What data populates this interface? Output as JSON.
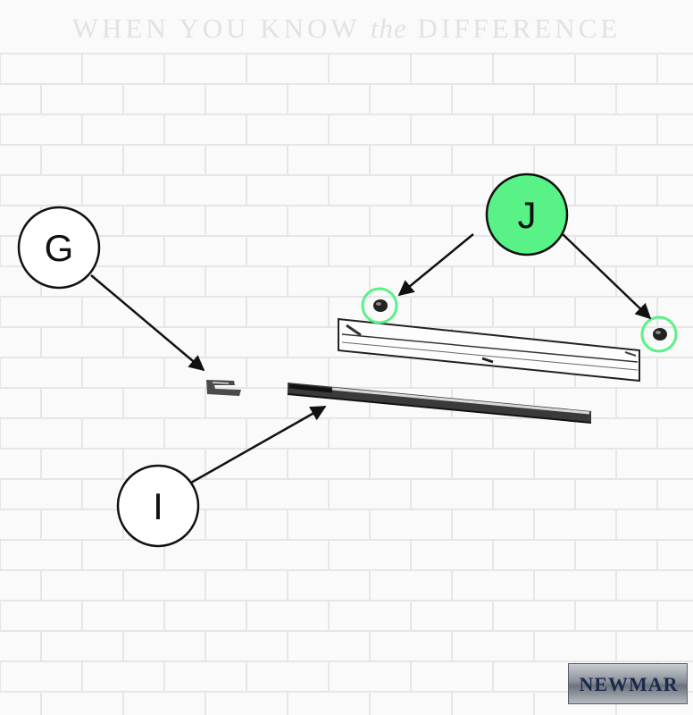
{
  "tagline": {
    "part1": "WHEN YOU KNOW ",
    "part2": "the",
    "part3": " DIFFERENCE"
  },
  "callouts": {
    "g": {
      "label": "G",
      "fill": "#ffffff"
    },
    "i": {
      "label": "I",
      "fill": "#ffffff"
    },
    "j": {
      "label": "J",
      "fill": "#59f287"
    }
  },
  "highlight_ring_color": "#59f287",
  "brand": {
    "name": "NEWMAR"
  },
  "colors": {
    "brick_line": "#e6e6e6",
    "wall": "#fafafa",
    "ink": "#111111"
  }
}
